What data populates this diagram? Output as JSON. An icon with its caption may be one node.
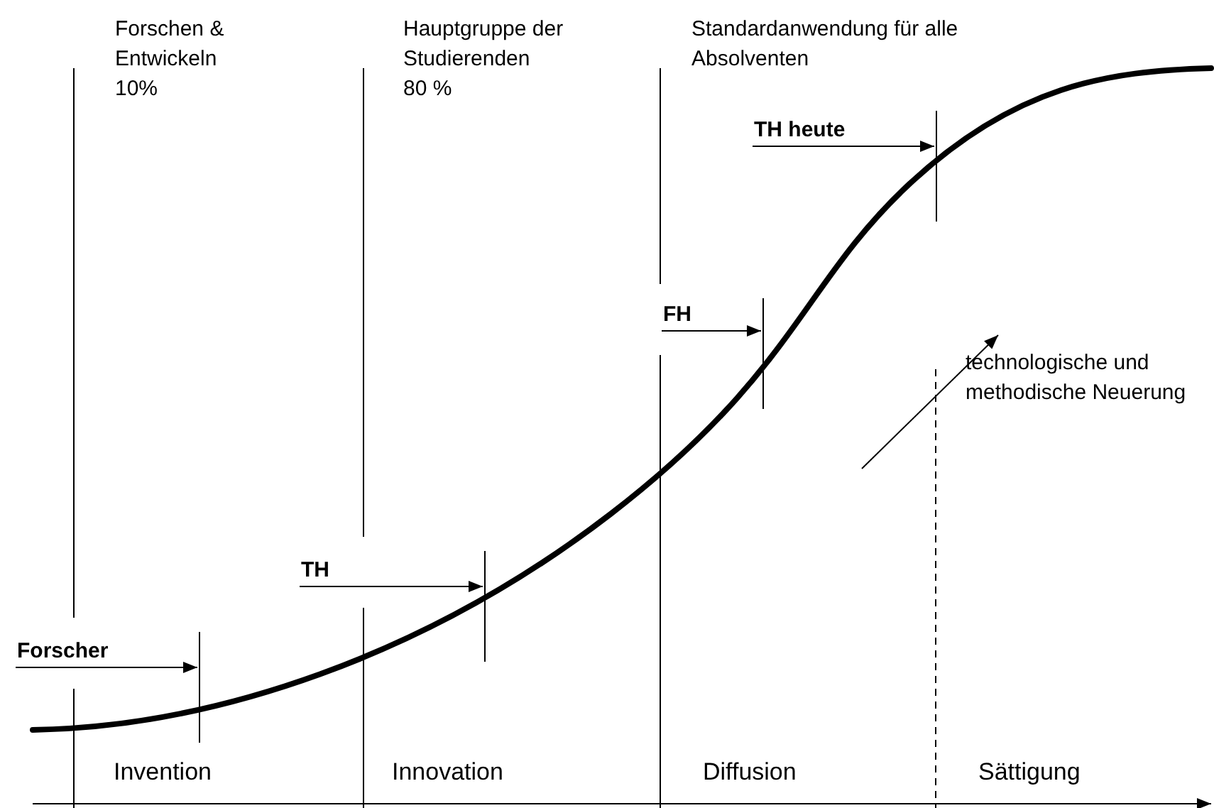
{
  "diagram": {
    "nodes": [
      {
        "text": [
          "Forscher"
        ]
      },
      {
        "text": [],
        "shape": "bar"
      },
      {
        "text": [
          "TH"
        ]
      },
      {
        "text": [],
        "shape": "bar"
      },
      {
        "text": [
          "FH"
        ]
      },
      {
        "text": [],
        "shape": "bar"
      },
      {
        "text": [
          "TH heute"
        ]
      },
      {
        "text": [],
        "shape": "bar"
      }
    ],
    "edges": [
      {
        "from": 0,
        "to": 1,
        "arrow": "to"
      },
      {
        "from": 2,
        "to": 3,
        "arrow": "to"
      },
      {
        "from": 4,
        "to": 5,
        "arrow": "to"
      },
      {
        "from": 6,
        "to": 7,
        "arrow": "to"
      }
    ],
    "labels": [
      "Forschen & Entwickeln",
      "10%",
      "Hauptgruppe der Studierenden",
      "80 %",
      "Standardanwendung für alle Absolventen",
      "technologische und methodische Neuerung",
      "Invention",
      "Innovation",
      "Diffusion",
      "Sättigung"
    ]
  }
}
